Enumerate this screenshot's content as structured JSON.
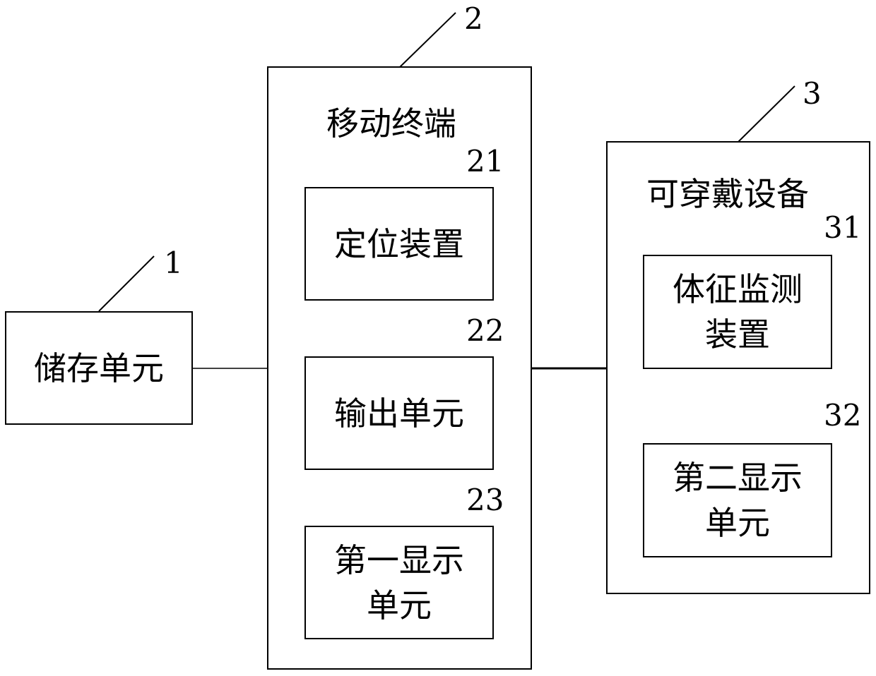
{
  "storage": {
    "label": "储存单元",
    "ref": "1"
  },
  "mobile": {
    "title": "移动终端",
    "ref": "2",
    "positioning": {
      "label": "定位装置",
      "ref": "21"
    },
    "output": {
      "label": "输出单元",
      "ref": "22"
    },
    "display1": {
      "line1": "第一显示",
      "line2": "单元",
      "ref": "23"
    }
  },
  "wearable": {
    "title": "可穿戴设备",
    "ref": "3",
    "vital": {
      "line1": "体征监测",
      "line2": "装置",
      "ref": "31"
    },
    "display2": {
      "line1": "第二显示",
      "line2": "单元",
      "ref": "32"
    }
  }
}
